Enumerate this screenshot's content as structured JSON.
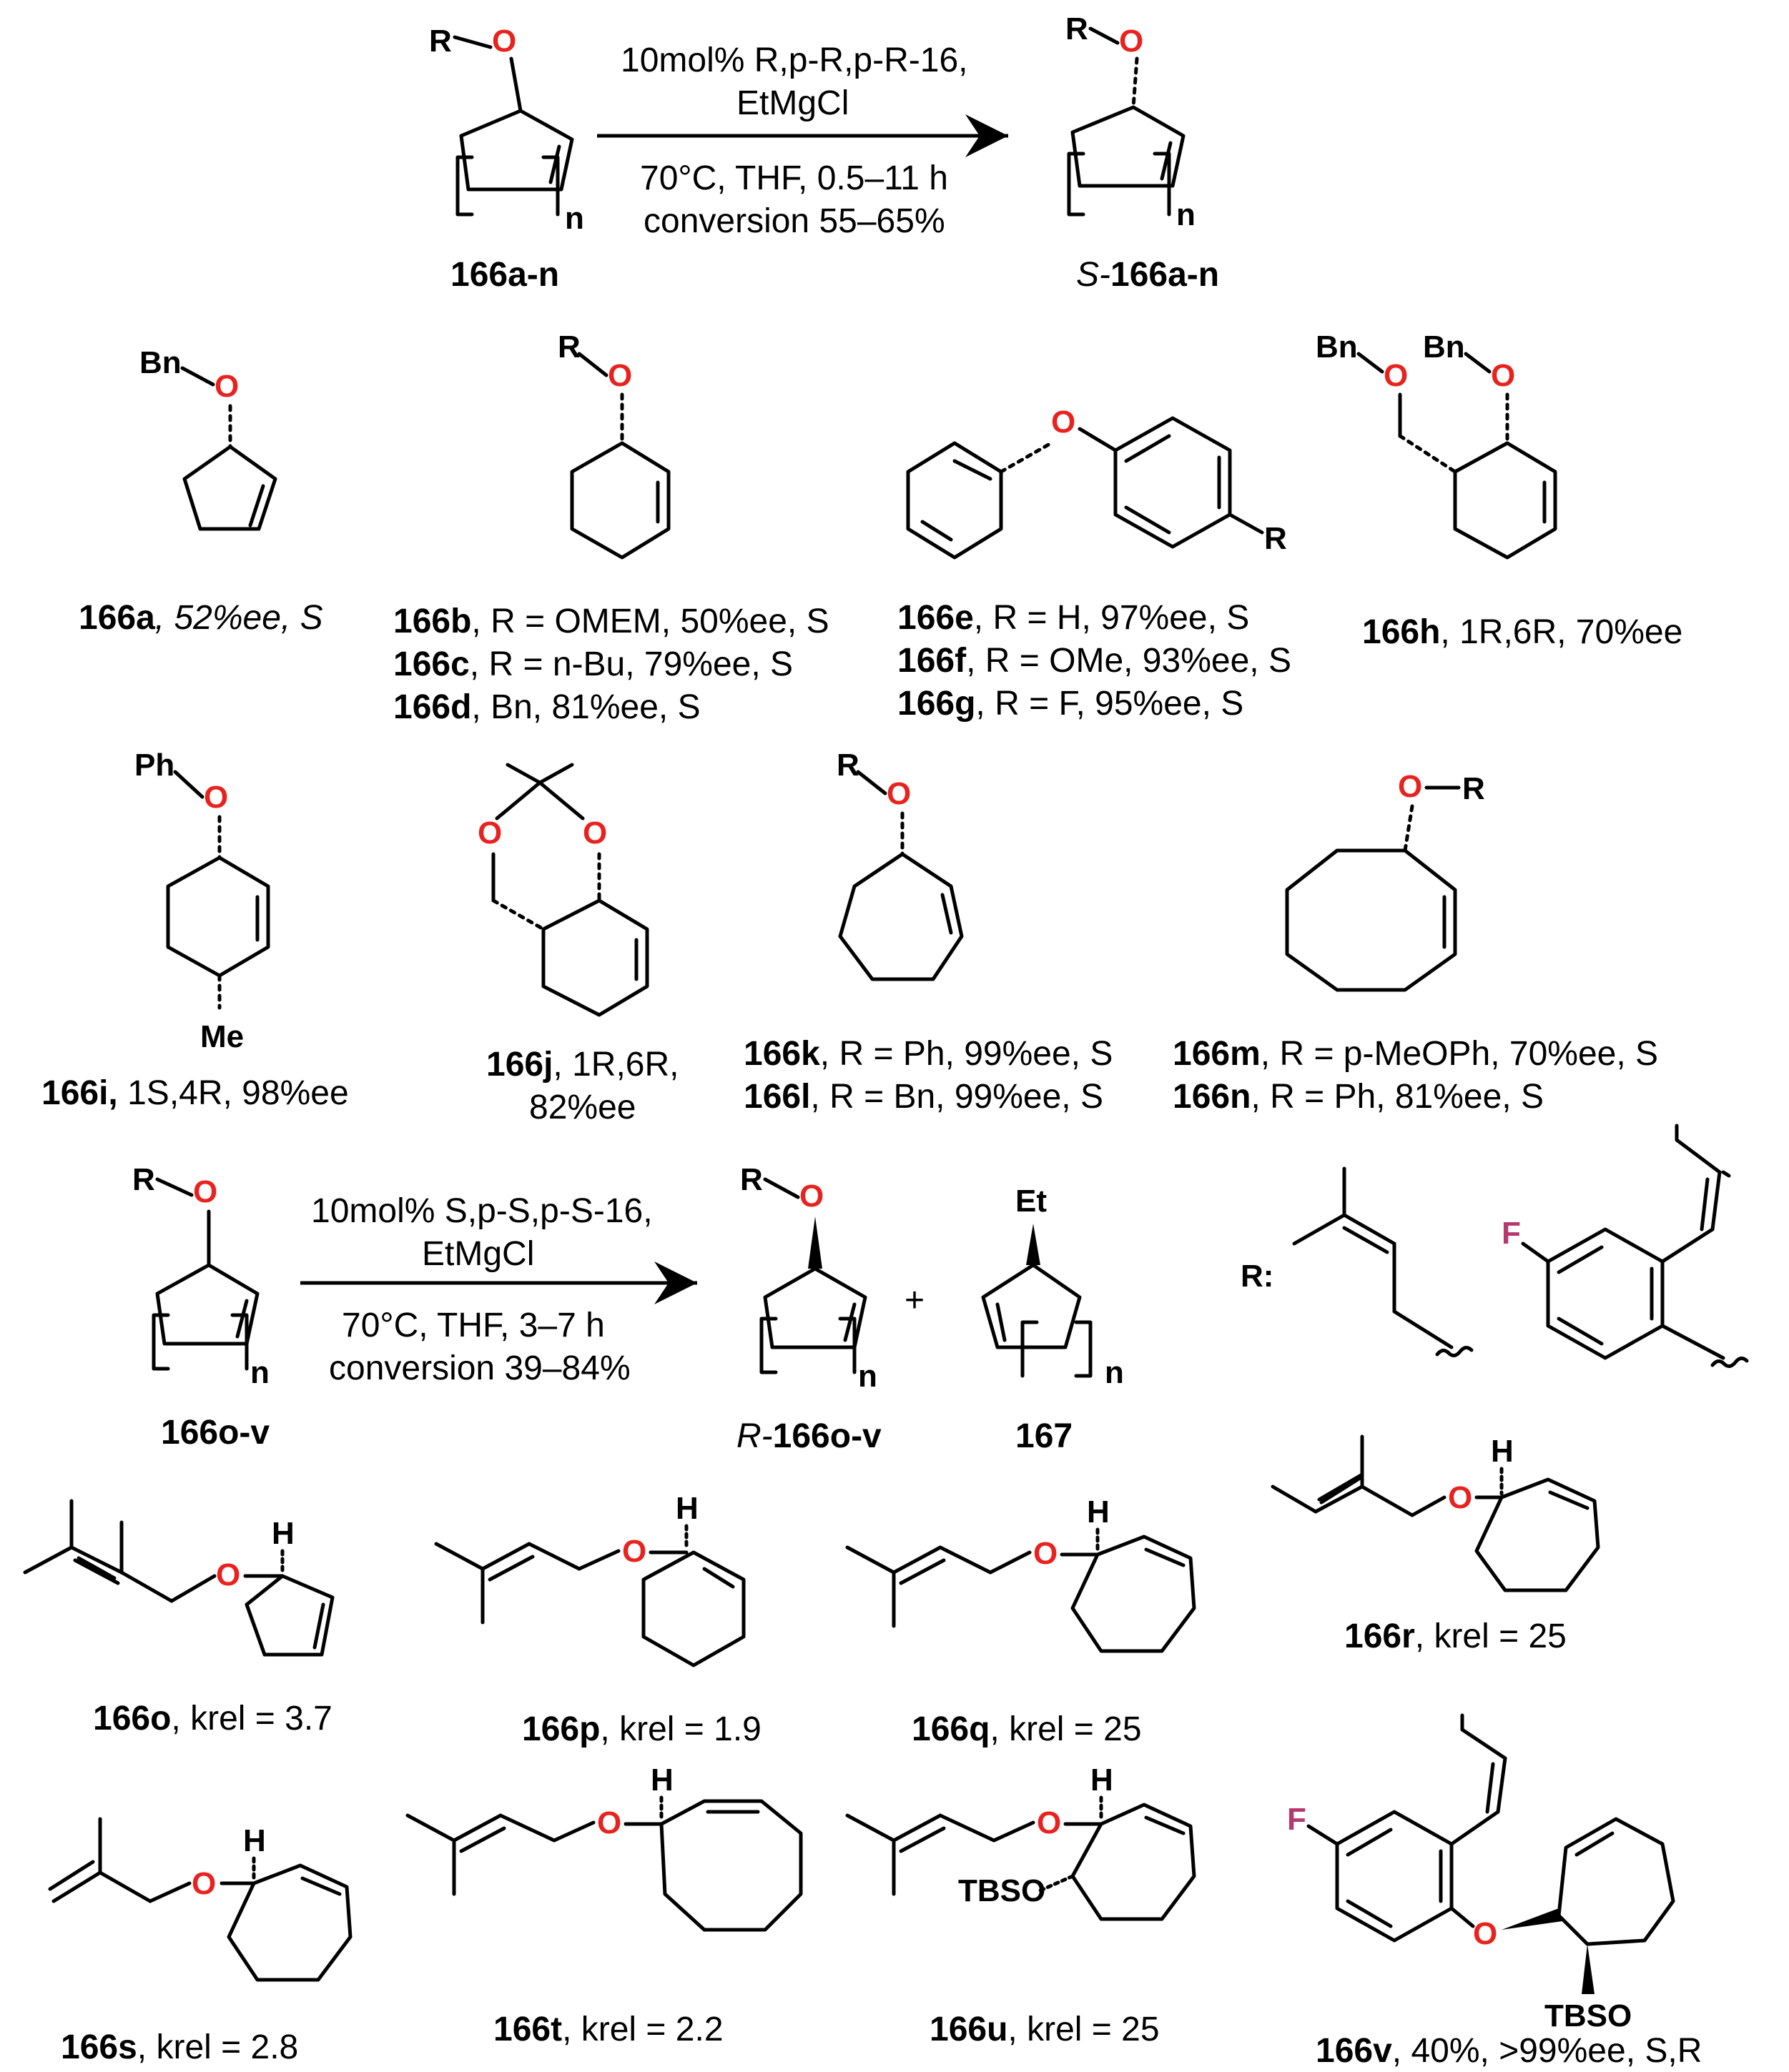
{
  "reaction1": {
    "reactant": "166a-n",
    "product_prefix": "S-",
    "product": "166a-n",
    "cond1": "10mol% R,p-R,p-R-16,",
    "cond2": "EtMgCl",
    "cond3": "70°C, THF, 0.5–11 h",
    "cond4": "conversion 55–65%"
  },
  "reaction2": {
    "reactant": "166o-v",
    "product_prefix": "R-",
    "product": "166o-v",
    "side_product": "167",
    "cond1": "10mol% S,p-S,p-S-16,",
    "cond2": "EtMgCl",
    "cond3": "70°C, THF, 3–7 h",
    "cond4": "conversion 39–84%",
    "plus": "+"
  },
  "atoms": {
    "O": "O",
    "R": "R",
    "Bn": "Bn",
    "Ph": "Ph",
    "Me": "Me",
    "Et": "Et",
    "H": "H",
    "F": "F",
    "TBSO": "TBSO",
    "n": "n",
    "Rcolon": "R:"
  },
  "compounds": [
    {
      "id": "166a",
      "text": ", 52%ee, S"
    },
    {
      "id": "166b",
      "text": ", R = OMEM, 50%ee, S"
    },
    {
      "id": "166c",
      "text": ", R = n-Bu, 79%ee, S"
    },
    {
      "id": "166d",
      "text": ", Bn, 81%ee, S"
    },
    {
      "id": "166e",
      "text": ", R = H, 97%ee, S"
    },
    {
      "id": "166f",
      "text": ", R = OMe, 93%ee, S"
    },
    {
      "id": "166g",
      "text": ", R = F, 95%ee, S"
    },
    {
      "id": "166h",
      "text": ", 1R,6R, 70%ee"
    },
    {
      "id": "166i,",
      "text": " 1S,4R, 98%ee"
    },
    {
      "id": "166j",
      "text": ", 1R,6R,"
    },
    {
      "id": "",
      "text": "82%ee"
    },
    {
      "id": "166k",
      "text": ", R = Ph, 99%ee, S"
    },
    {
      "id": "166l",
      "text": ", R = Bn, 99%ee, S"
    },
    {
      "id": "166m",
      "text": ", R = p-MeOPh, 70%ee, S"
    },
    {
      "id": "166n",
      "text": ", R = Ph, 81%ee, S"
    },
    {
      "id": "166o",
      "text": ", krel = 3.7"
    },
    {
      "id": "166p",
      "text": ", krel = 1.9"
    },
    {
      "id": "166q",
      "text": ", krel = 25"
    },
    {
      "id": "166r",
      "text": ", krel = 25"
    },
    {
      "id": "166s",
      "text": ", krel = 2.8"
    },
    {
      "id": "166t",
      "text": ", krel = 2.2"
    },
    {
      "id": "166u",
      "text": ", krel = 25"
    },
    {
      "id": "166v",
      "text": ", 40%, >99%ee, S,R"
    }
  ]
}
